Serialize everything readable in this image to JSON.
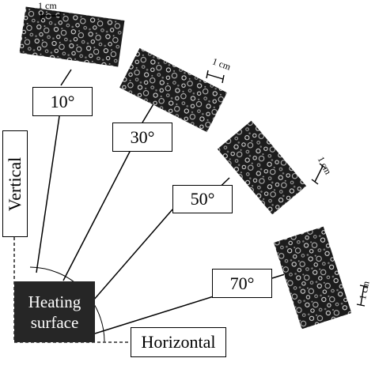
{
  "heating_surface": {
    "line1": "Heating",
    "line2": "surface"
  },
  "axes": {
    "vertical": "Vertical",
    "horizontal": "Horizontal"
  },
  "orientations": [
    {
      "angle": "10°",
      "scale": "1 cm"
    },
    {
      "angle": "30°",
      "scale": "1 cm"
    },
    {
      "angle": "50°",
      "scale": "1 cm"
    },
    {
      "angle": "70°",
      "scale": "1 cm"
    }
  ],
  "colors": {
    "heater": "#262626",
    "photo_bg": "#1c1c1c",
    "bubble": "#cfcfcf",
    "line": "#000000"
  }
}
